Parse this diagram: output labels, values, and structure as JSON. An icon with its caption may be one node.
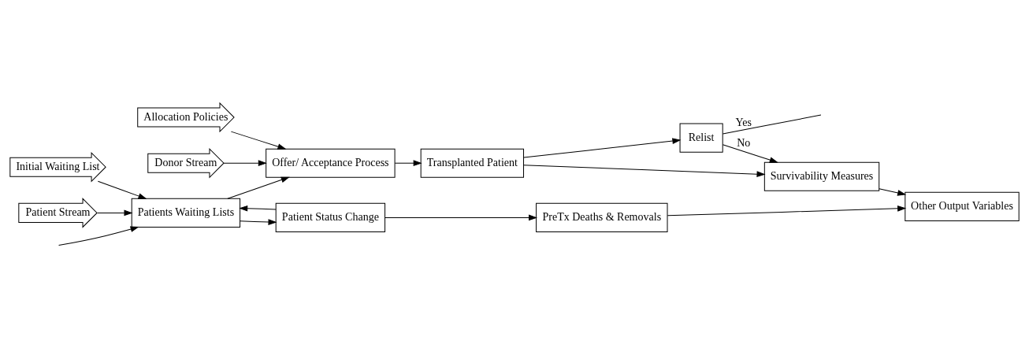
{
  "diagram": {
    "nodes": [
      {
        "text": [
          "Donor Stream"
        ]
      },
      {
        "text": [
          "Allocation Policies"
        ]
      },
      {
        "text": [
          "Initial Waiting List"
        ]
      },
      {
        "text": [
          "Patient Stream"
        ]
      },
      {
        "text": [
          "Patients Waiting Lists"
        ]
      },
      {
        "text": [
          "Offer/ Acceptance Process"
        ]
      },
      {
        "text": [
          "Patient Status Change"
        ]
      },
      {
        "text": [
          "Transplanted Patient"
        ]
      },
      {
        "text": [
          "PreTx Deaths & Removals"
        ]
      },
      {
        "text": [
          "Relist"
        ]
      },
      {
        "text": [
          "Survivability Measures"
        ]
      },
      {
        "text": [
          "Other Output Variables"
        ]
      }
    ],
    "edges": [
      {
        "from": 0,
        "to": 5,
        "arrow": "to"
      },
      {
        "from": 1,
        "to": 5,
        "arrow": "to"
      },
      {
        "from": 2,
        "to": 4,
        "arrow": "to"
      },
      {
        "from": 3,
        "to": 4,
        "arrow": "to"
      },
      {
        "from": 4,
        "to": 5,
        "arrow": "to"
      },
      {
        "from": 4,
        "to": 6,
        "arrow": "to"
      },
      {
        "from": 5,
        "to": 7,
        "arrow": "to"
      },
      {
        "from": 6,
        "to": 8,
        "arrow": "to"
      },
      {
        "from": 7,
        "to": 9,
        "arrow": "to"
      },
      {
        "from": 7,
        "to": 10,
        "arrow": "to"
      },
      {
        "from": 9,
        "to": 10,
        "arrow": "to",
        "label": "No"
      },
      {
        "from": 9,
        "to": null,
        "arrow": "none",
        "label": "Yes"
      },
      {
        "from": null,
        "to": 4,
        "arrow": "to"
      },
      {
        "from": 6,
        "to": 4,
        "arrow": "to"
      },
      {
        "from": 10,
        "to": 11,
        "arrow": "to"
      },
      {
        "from": 8,
        "to": 11,
        "arrow": "to"
      }
    ]
  }
}
